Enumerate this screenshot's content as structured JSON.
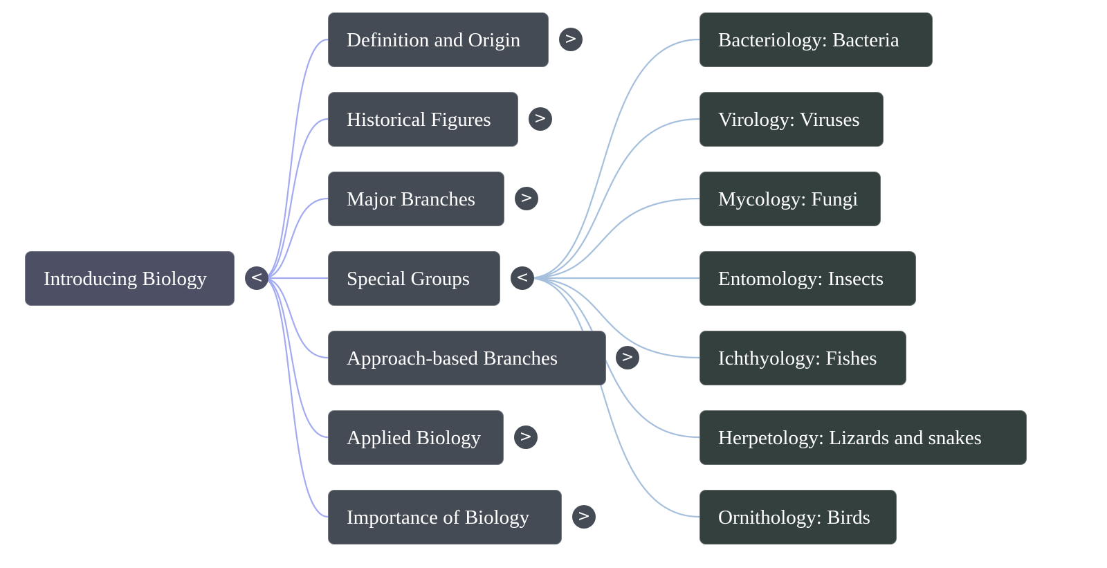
{
  "mindmap": {
    "root": {
      "label": "Introducing Biology",
      "toggle": "<",
      "toggle_icon": "collapse-chevron-left-icon",
      "expanded": true
    },
    "children": [
      {
        "label": "Definition and Origin",
        "toggle": ">",
        "toggle_icon": "expand-chevron-right-icon",
        "expanded": false
      },
      {
        "label": "Historical Figures",
        "toggle": ">",
        "toggle_icon": "expand-chevron-right-icon",
        "expanded": false
      },
      {
        "label": "Major Branches",
        "toggle": ">",
        "toggle_icon": "expand-chevron-right-icon",
        "expanded": false
      },
      {
        "label": "Special Groups",
        "toggle": "<",
        "toggle_icon": "collapse-chevron-left-icon",
        "expanded": true,
        "children": [
          {
            "label": "Bacteriology: Bacteria"
          },
          {
            "label": "Virology: Viruses"
          },
          {
            "label": "Mycology: Fungi"
          },
          {
            "label": "Entomology: Insects"
          },
          {
            "label": "Ichthyology: Fishes"
          },
          {
            "label": "Herpetology: Lizards and snakes"
          },
          {
            "label": "Ornithology: Birds"
          }
        ]
      },
      {
        "label": "Approach-based Branches",
        "toggle": ">",
        "toggle_icon": "expand-chevron-right-icon",
        "expanded": false
      },
      {
        "label": "Applied Biology",
        "toggle": ">",
        "toggle_icon": "expand-chevron-right-icon",
        "expanded": false
      },
      {
        "label": "Importance of Biology",
        "toggle": ">",
        "toggle_icon": "expand-chevron-right-icon",
        "expanded": false
      }
    ]
  },
  "colors": {
    "root_fill": "#4d4f64",
    "level1_fill": "#454b55",
    "level2_fill": "#34403e",
    "root_edges": "#a3abf0",
    "level1_edges": "#a5bfdc",
    "text": "#ffffff"
  }
}
